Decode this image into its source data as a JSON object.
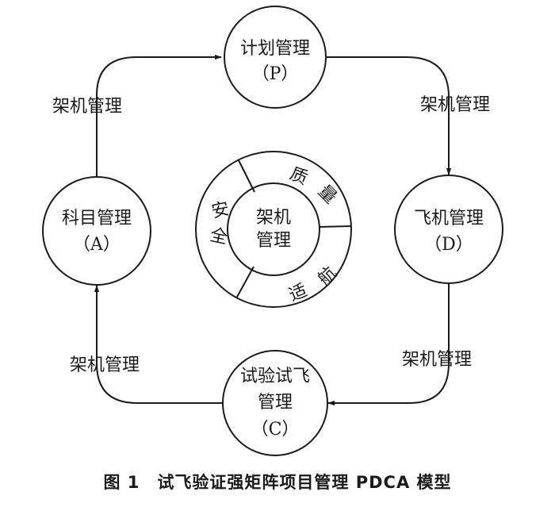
{
  "nodes": {
    "plan": {
      "line1": "计划管理",
      "line2": "（P）"
    },
    "aircraft": {
      "line1": "飞机管理",
      "line2": "（D）"
    },
    "test": {
      "line1": "试验试飞",
      "line2": "管理",
      "line3": "（C）"
    },
    "subject": {
      "line1": "科目管理",
      "line2": "（A）"
    }
  },
  "edges": {
    "top_left": "架机管理",
    "top_right": "架机管理",
    "bottom_right": "架机管理",
    "bottom_left": "架机管理"
  },
  "center": {
    "core_line1": "架机",
    "core_line2": "管理",
    "ring": {
      "quality": [
        "质",
        "量"
      ],
      "airworthiness": [
        "适",
        "航"
      ],
      "safety": [
        "安",
        "全"
      ]
    }
  },
  "caption": "图 1　试飞验证强矩阵项目管理 PDCA 模型"
}
